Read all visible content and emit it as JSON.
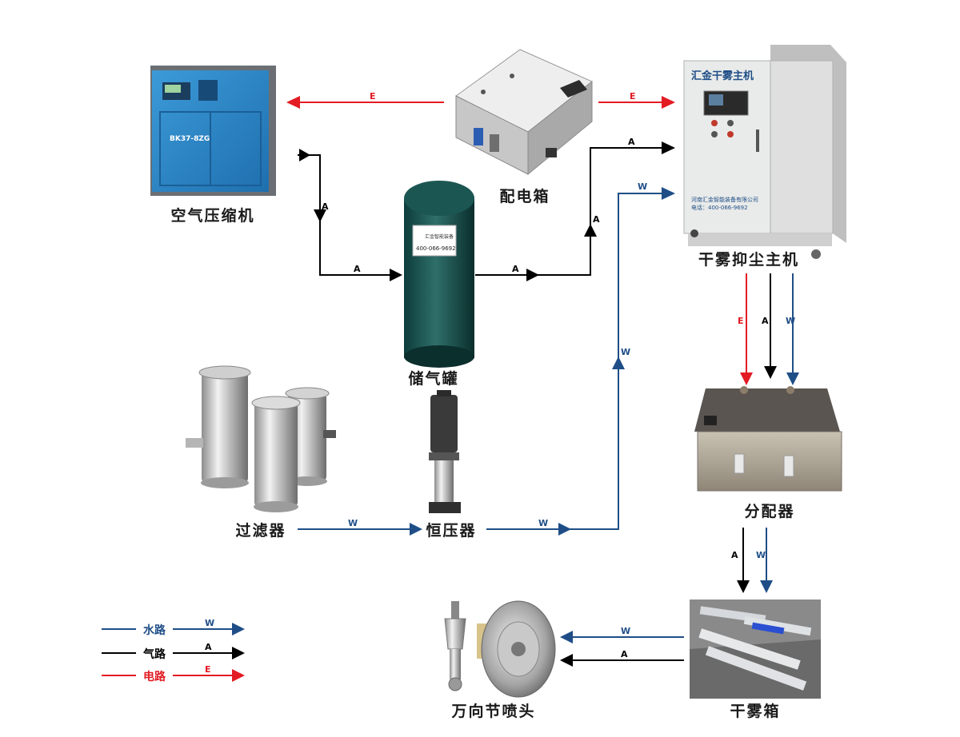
{
  "colors": {
    "water": "#1f4e87",
    "air": "#000000",
    "electric": "#e31b23"
  },
  "components": {
    "compressor": {
      "label": "空气压缩机",
      "model": "BK37-8ZG",
      "icon": "air-compressor-icon"
    },
    "power_box": {
      "label": "配电箱",
      "icon": "power-box-icon"
    },
    "main_unit": {
      "label": "干雾抑尘主机",
      "panel_title": "汇金干雾主机",
      "company": "河南汇金智能装备有限公司",
      "phone": "电话：400-066-9692",
      "icon": "main-unit-icon"
    },
    "tank": {
      "label": "储气罐",
      "sticker_name": "汇金智能装备",
      "sticker_phone": "400-066-9692",
      "icon": "air-tank-icon"
    },
    "filter": {
      "label": "过滤器",
      "icon": "filter-icon"
    },
    "pump": {
      "label": "恒压器",
      "icon": "pump-icon"
    },
    "distributor": {
      "label": "分配器",
      "icon": "distributor-icon"
    },
    "dry_fog_box": {
      "label": "干雾箱",
      "icon": "dry-fog-box-icon"
    },
    "nozzle": {
      "label": "万向节喷头",
      "icon": "nozzle-icon"
    }
  },
  "flow_letters": {
    "water": "W",
    "air": "A",
    "electric": "E"
  },
  "legend": [
    {
      "label": "水路",
      "letter": "W",
      "type": "water"
    },
    {
      "label": "气路",
      "letter": "A",
      "type": "air"
    },
    {
      "label": "电路",
      "letter": "E",
      "type": "electric"
    }
  ]
}
